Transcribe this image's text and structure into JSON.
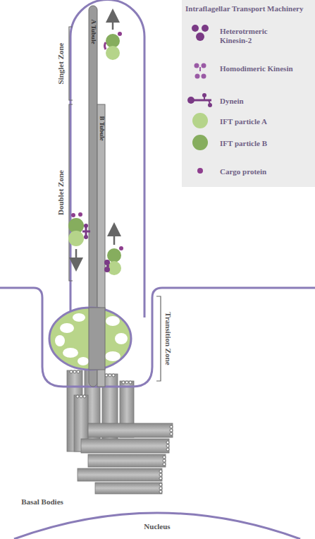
{
  "diagram": {
    "labels": [
      "Intraflagellar Transport Machinery",
      "Singlet Zone",
      "A Tubule",
      "B Tubule",
      "Doublet Zone",
      "Transition Zone",
      "Basal Bodies",
      "Nucleus"
    ],
    "legend": [
      {
        "text": "Heterotrmeric Kinesin-2"
      },
      {
        "text": "Homodimeric Kinesin"
      },
      {
        "text": "Dynein"
      },
      {
        "text": "IFT particle A",
        "color": "#b5d48a"
      },
      {
        "text": "IFT particle B",
        "color": "#86ad5e"
      },
      {
        "text": "Cargo protein"
      }
    ]
  }
}
